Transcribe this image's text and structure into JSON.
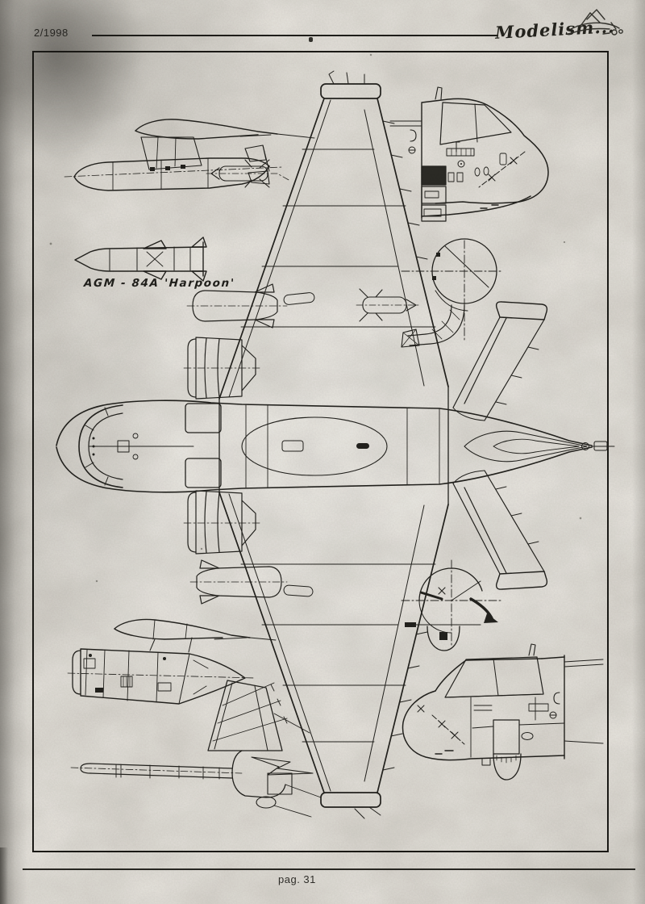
{
  "page": {
    "issue_label": "2/1998",
    "magazine_logo": "Modelism...",
    "footer_page_label": "pag. 31"
  },
  "figure_labels": {
    "missile": "AGM - 84A 'Harpoon'"
  },
  "colors": {
    "paper": "#e9e6e0",
    "ink": "#24231f",
    "frame_border": "#1b1a16",
    "scan_shadow": "#3a3830"
  },
  "drawings": [
    "aircraft-plan-view",
    "drop-tank-pylon-side-view",
    "agm-84a-harpoon-side-view",
    "nose-side-view-facing-right",
    "intake-cross-section-detail",
    "flir-turret-section-detail",
    "nose-side-view-facing-left",
    "engine-nacelle-side-view",
    "vertical-fin-detail",
    "mad-boom-and-tailcone-detail"
  ]
}
